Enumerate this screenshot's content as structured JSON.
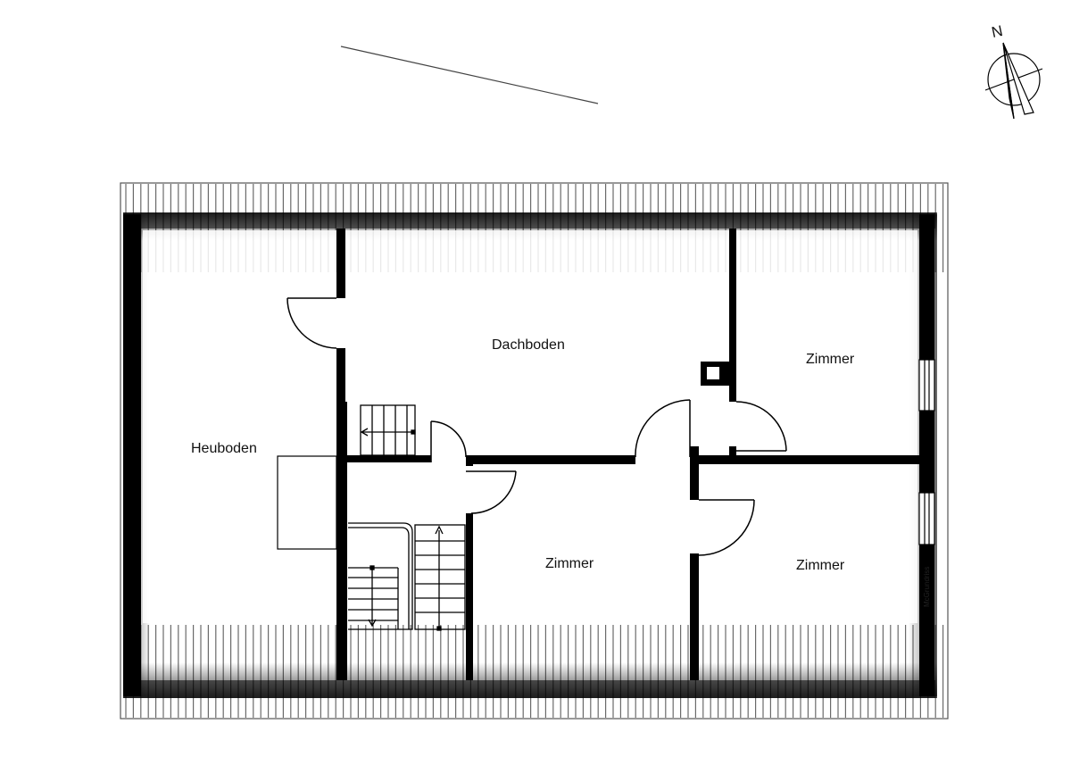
{
  "rooms": {
    "heuboden": "Heuboden",
    "dachboden": "Dachboden",
    "zimmer_ne": "Zimmer",
    "zimmer_center": "Zimmer",
    "zimmer_se": "Zimmer"
  },
  "compass": {
    "north_label": "N"
  },
  "watermark": "McGrundriss",
  "colors": {
    "wall": "#000000",
    "background": "#ffffff",
    "roof_line": "#555555"
  }
}
